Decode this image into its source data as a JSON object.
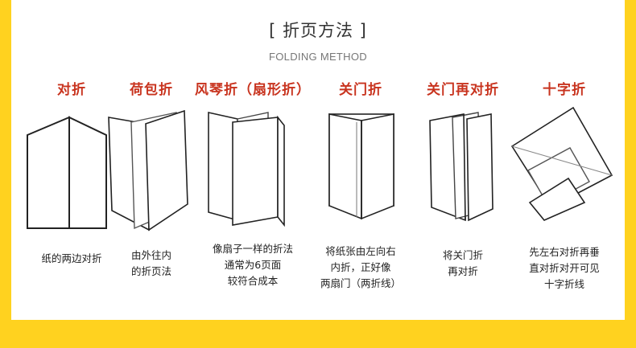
{
  "header": {
    "title": "[ 折页方法 ]",
    "subtitle": "FOLDING METHOD"
  },
  "methods": [
    {
      "title": "对折",
      "desc": [
        "纸的两边对折"
      ]
    },
    {
      "title": "荷包折",
      "desc": [
        "由外往内",
        "的折页法"
      ]
    },
    {
      "title": "风琴折（扇形折）",
      "desc": [
        "像扇子一样的折法",
        "通常为6页面",
        "较符合成本"
      ]
    },
    {
      "title": "关门折",
      "desc": [
        "将纸张由左向右",
        "内折，正好像",
        "两扇门（两折线）"
      ]
    },
    {
      "title": "关门再对折",
      "desc": [
        "将关门折",
        "再对折"
      ]
    },
    {
      "title": "十字折",
      "desc": [
        "先左右对折再垂",
        "直对折对开可见",
        "十字折线"
      ]
    }
  ]
}
